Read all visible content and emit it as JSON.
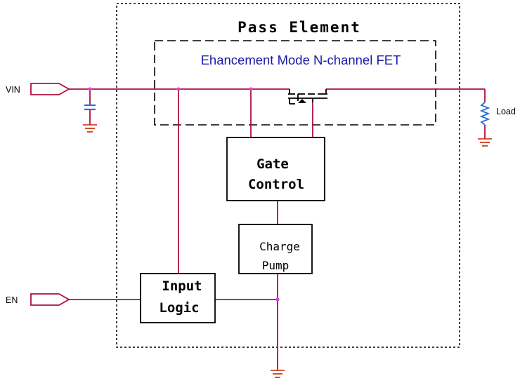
{
  "title": "Pass Element",
  "fet_label": "Ehancement Mode N-channel FET",
  "blocks": {
    "gate_control": [
      "Gate",
      "Control"
    ],
    "charge_pump": [
      "Charge",
      "Pump"
    ],
    "input_logic": [
      "Input",
      "Logic"
    ]
  },
  "ports": {
    "vin": "VIN",
    "en": "EN"
  },
  "load_label": "Load",
  "colors": {
    "wire": "#b0103a",
    "node": "#e040e0",
    "capacitor": "#2a6fd6",
    "ground": "#cc2200",
    "fet_text": "#1a1aa8",
    "resistor": "#2a6fd6"
  }
}
